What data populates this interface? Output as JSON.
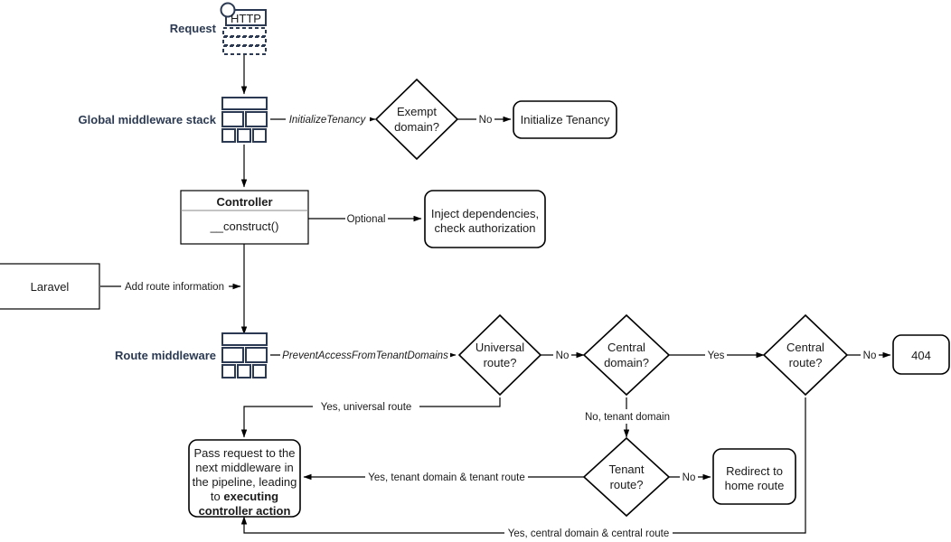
{
  "diagram": {
    "title": "Laravel multi-tenancy request lifecycle flowchart",
    "colors": {
      "stroke": "#000000",
      "icon": "#2b3a52",
      "label": "#2b3a52",
      "background": "#ffffff"
    },
    "side_labels": {
      "request": "Request",
      "global_middleware": "Global middleware stack",
      "route_middleware": "Route middleware"
    },
    "icons": {
      "request_icon": "http-document-icon",
      "global_middleware_icon": "middleware-stack-icon",
      "route_middleware_icon": "middleware-stack-icon",
      "http_label": "HTTP"
    },
    "nodes": {
      "exempt_domain": "Exempt\ndomain?",
      "exempt_domain_l1": "Exempt",
      "exempt_domain_l2": "domain?",
      "initialize_tenancy": "Initialize Tenancy",
      "controller_title": "Controller",
      "controller_method": "__construct()",
      "inject_deps_l1": "Inject dependencies,",
      "inject_deps_l2": "check authorization",
      "laravel": "Laravel",
      "universal_route_l1": "Universal",
      "universal_route_l2": "route?",
      "central_domain_l1": "Central",
      "central_domain_l2": "domain?",
      "central_route_l1": "Central",
      "central_route_l2": "route?",
      "not_found": "404",
      "tenant_route_l1": "Tenant",
      "tenant_route_l2": "route?",
      "redirect_home_l1": "Redirect to",
      "redirect_home_l2": "home route",
      "pass_request_l1": "Pass request to the",
      "pass_request_l2": "next middleware in",
      "pass_request_l3": "the pipeline, leading",
      "pass_request_l4": "to ",
      "pass_request_bold1": "executing",
      "pass_request_bold2": "controller action"
    },
    "edge_labels": {
      "initialize_tenancy": "InitializeTenancy",
      "exempt_no": "No",
      "optional": "Optional",
      "add_route_information": "Add route information",
      "prevent_access": "PreventAccessFromTenantDomains",
      "universal_no": "No",
      "central_domain_yes": "Yes",
      "central_route_no": "No",
      "yes_universal_route": "Yes, universal route",
      "no_tenant_domain": "No, tenant domain",
      "yes_tenant_domain_tenant_route": "Yes, tenant domain & tenant route",
      "tenant_route_no": "No",
      "yes_central_domain_central_route": "Yes, central domain & central route"
    }
  }
}
